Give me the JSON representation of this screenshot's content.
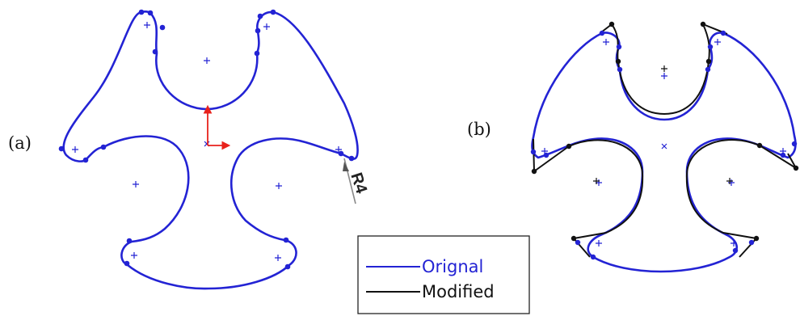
{
  "panels": {
    "a": {
      "label": "(a)",
      "dimension": "R4"
    },
    "b": {
      "label": "(b)"
    }
  },
  "legend": {
    "items": [
      {
        "name": "Orignal",
        "color": "#2323d4"
      },
      {
        "name": "Modified",
        "color": "#111111"
      }
    ]
  },
  "colors": {
    "original": "#2323d4",
    "modified": "#111111",
    "axis": "#e8211b",
    "dimension": "#8a8a8a"
  }
}
